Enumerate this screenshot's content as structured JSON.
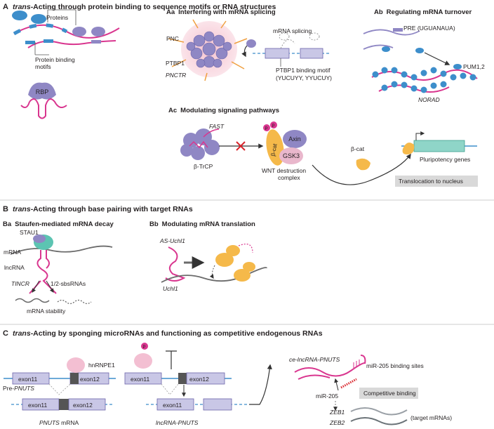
{
  "colors": {
    "purple": "#8f87c4",
    "purple_dark": "#6d65ab",
    "blue": "#3d8ecb",
    "pink": "#d9368f",
    "green": "#5cc4b2",
    "orange": "#f5b94a",
    "salmon": "#e99b87",
    "grey": "#8b8b8b",
    "grey_box": "#d9d9d9"
  },
  "section_a": {
    "letter": "A",
    "title_em": "trans",
    "title_rest": "-Acting through protein binding to sequence motifs or RNA structures",
    "proteins": "Proteins",
    "motifs_line1": "Protein binding",
    "motifs_line2": "motifs",
    "rbp": "RBP"
  },
  "section_aa": {
    "letter": "Aa",
    "title": "Interfering with mRNA splicing",
    "pnc": "PNC",
    "ptbp1": "PTBP1",
    "pnctr": "PNCTR",
    "splicing": "mRNA splicing",
    "motif_line1": "PTBP1 binding motif",
    "motif_line2": "(YUCUYY, YYUCUY)"
  },
  "section_ab": {
    "letter": "Ab",
    "title": "Regulating mRNA turnover",
    "pre": "PRE (UGUANAUA)",
    "pum": "PUM1,2",
    "norad": "NORAD"
  },
  "section_ac": {
    "letter": "Ac",
    "title": "Modulating signaling pathways",
    "fast": "FAST",
    "btrcp": "β-TrCP",
    "p": "P",
    "bcat": "β-cat",
    "axin": "Axin",
    "gsk3": "GSK3",
    "complex_line1": "WNT destruction",
    "complex_line2": "complex",
    "bcat2": "β-cat",
    "pluri": "Pluripotency genes",
    "translocation": "Translocation to nucleus"
  },
  "section_b": {
    "letter": "B",
    "title_em": "trans",
    "title_rest": "-Acting through base pairing with target RNAs"
  },
  "section_ba": {
    "letter": "Ba",
    "title": "Staufen-mediated mRNA decay",
    "stau1": "STAU1",
    "mrna": "mRNA",
    "lncrna": "lncRNA",
    "tincr": "TINCR",
    "sbs": "1/2-sbsRNAs",
    "stability": "mRNA stability"
  },
  "section_bb": {
    "letter": "Bb",
    "title": "Modulating mRNA translation",
    "as_uchl1": "AS-Uchl1",
    "uchl1": "Uchl1"
  },
  "section_c": {
    "letter": "C",
    "title_em": "trans",
    "title_rest": "-Acting by sponging microRNAs and functioning as competitive endogenous RNAs",
    "exon11": "exon11",
    "exon12": "exon12",
    "hnrnpe1": "hnRNPE1",
    "pre_pnuts": "Pre-",
    "pre_pnuts_it": "PNUTS",
    "pnuts_mrna_it": "PNUTS",
    "pnuts_mrna": " mRNA",
    "lnc_pnuts": "lncRNA-PNUTS",
    "p": "P",
    "ce_pnuts": "ce-lncRNA-PNUTS",
    "mir_sites": "miR-205 binding sites",
    "mir205": "miR-205",
    "competitive": "Competitive binding",
    "zeb1": "ZEB1",
    "zeb2": "ZEB2",
    "targets": "(target mRNAs)"
  }
}
